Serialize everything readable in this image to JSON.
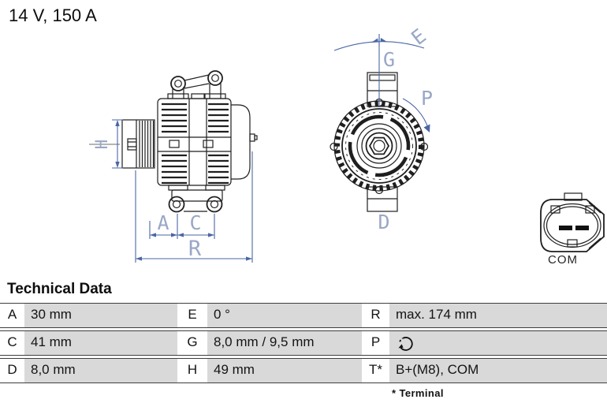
{
  "title": "14 V, 150 A",
  "diagram": {
    "dimension_labels": {
      "H": "H",
      "A": "A",
      "C": "C",
      "R": "R",
      "E": "E",
      "G": "G",
      "P": "P",
      "D": "D"
    },
    "connector": {
      "label": "COM"
    },
    "colors": {
      "drawing_line": "#1f1f1f",
      "dimension_line": "#4b67a4",
      "dimension_label": "#9aa7c6"
    }
  },
  "technical_data": {
    "heading": "Technical Data",
    "rows": [
      {
        "c1": {
          "key": "A",
          "value": "30 mm"
        },
        "c2": {
          "key": "E",
          "value": "0 °"
        },
        "c3": {
          "key": "R",
          "value": "max. 174 mm"
        }
      },
      {
        "c1": {
          "key": "C",
          "value": "41 mm"
        },
        "c2": {
          "key": "G",
          "value": "8,0 mm / 9,5 mm"
        },
        "c3": {
          "key": "P",
          "value": "",
          "icon": "rotation-direction-icon"
        }
      },
      {
        "c1": {
          "key": "D",
          "value": "8,0 mm"
        },
        "c2": {
          "key": "H",
          "value": "49 mm"
        },
        "c3": {
          "key": "T*",
          "value": "B+(M8), COM"
        }
      }
    ],
    "footnote": "* Terminal",
    "colors": {
      "cell_bg": "#d9d9d9",
      "border": "#3e3e3e"
    }
  }
}
